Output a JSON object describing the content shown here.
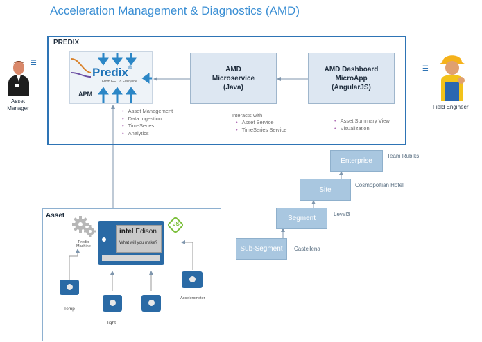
{
  "title": "Acceleration Management & Diagnostics (AMD)",
  "predix_frame": {
    "label": "PREDIX",
    "apm": {
      "logo_text": "Predix",
      "logo_trademark": "®",
      "logo_tagline": "From GE. To Everyone.",
      "label": "APM",
      "bullets": [
        "Asset Management",
        "Data Ingestion",
        "TimeSeries",
        "Analytics"
      ]
    },
    "microservice": {
      "text": "AMD\nMicroservice\n(Java)",
      "interacts_label": "Interacts with",
      "bullets": [
        "Asset Service",
        "TimeSeries Service"
      ]
    },
    "dashboard": {
      "text": "AMD Dashboard\nMicroApp\n(AngularJS)",
      "bullets": [
        "Asset Summary View",
        "Visualization"
      ]
    }
  },
  "actors": {
    "asset_manager": {
      "label": "Asset\nManager",
      "icon": "person-icon",
      "list_icon": "list-icon"
    },
    "field_engineer": {
      "label": "Field Engineer",
      "icon": "worker-icon",
      "list_icon": "list-icon"
    }
  },
  "asset_frame": {
    "label": "Asset",
    "board_brand": "intel",
    "board_name": "Edison",
    "board_tagline": "What will you make?",
    "js_badge": "JS",
    "machine_label": "Predix\nMachine",
    "sensors": [
      "Temp",
      "light",
      "Accelerometer"
    ]
  },
  "hierarchy": [
    {
      "box": "Enterprise",
      "label": "Team Rubiks"
    },
    {
      "box": "Site",
      "label": "Cosmopoltian Hotel"
    },
    {
      "box": "Segment",
      "label": "Level3"
    },
    {
      "box": "Sub-Segment",
      "label": "Castellena"
    }
  ],
  "colors": {
    "title": "#3b8fd4",
    "frame_border": "#2e74b5",
    "box_fill": "#dde7f2",
    "hierarchy_fill": "#a9c7e0",
    "bullet": "#b06fb6",
    "connector": "#7f96ad"
  }
}
